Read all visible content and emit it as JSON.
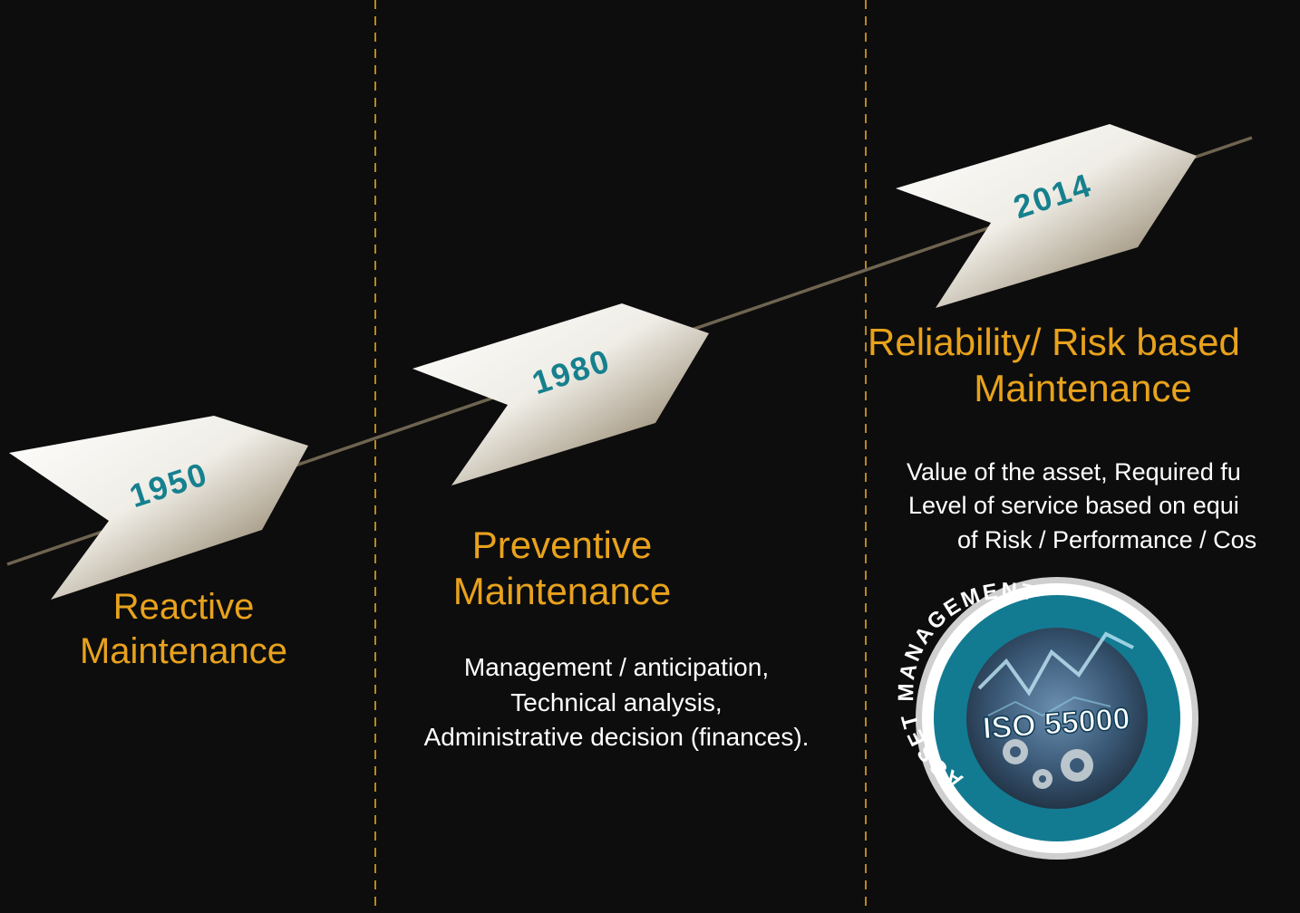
{
  "colors": {
    "background": "#0d0d0d",
    "title": "#e8a21c",
    "year": "#16808e",
    "description": "#ffffff",
    "divider": "#b8871f",
    "timeline": "#6e6450"
  },
  "milestones": [
    {
      "year": "1950",
      "title_lines": [
        "Reactive",
        "Maintenance"
      ],
      "description_lines": []
    },
    {
      "year": "1980",
      "title_lines": [
        "Preventive",
        "Maintenance"
      ],
      "description_lines": [
        "Management / anticipation,",
        "Technical analysis,",
        "Administrative decision (finances)."
      ]
    },
    {
      "year": "2014",
      "title_lines": [
        "Reliability/ Risk based",
        "Maintenance"
      ],
      "description_lines": [
        "Value of the asset, Required fu",
        "Level of service based on equi",
        "of Risk / Performance / Cos"
      ]
    }
  ],
  "badge": {
    "ring_text": "ASSET MANAGEMENT",
    "center_text": "ISO 55000"
  }
}
